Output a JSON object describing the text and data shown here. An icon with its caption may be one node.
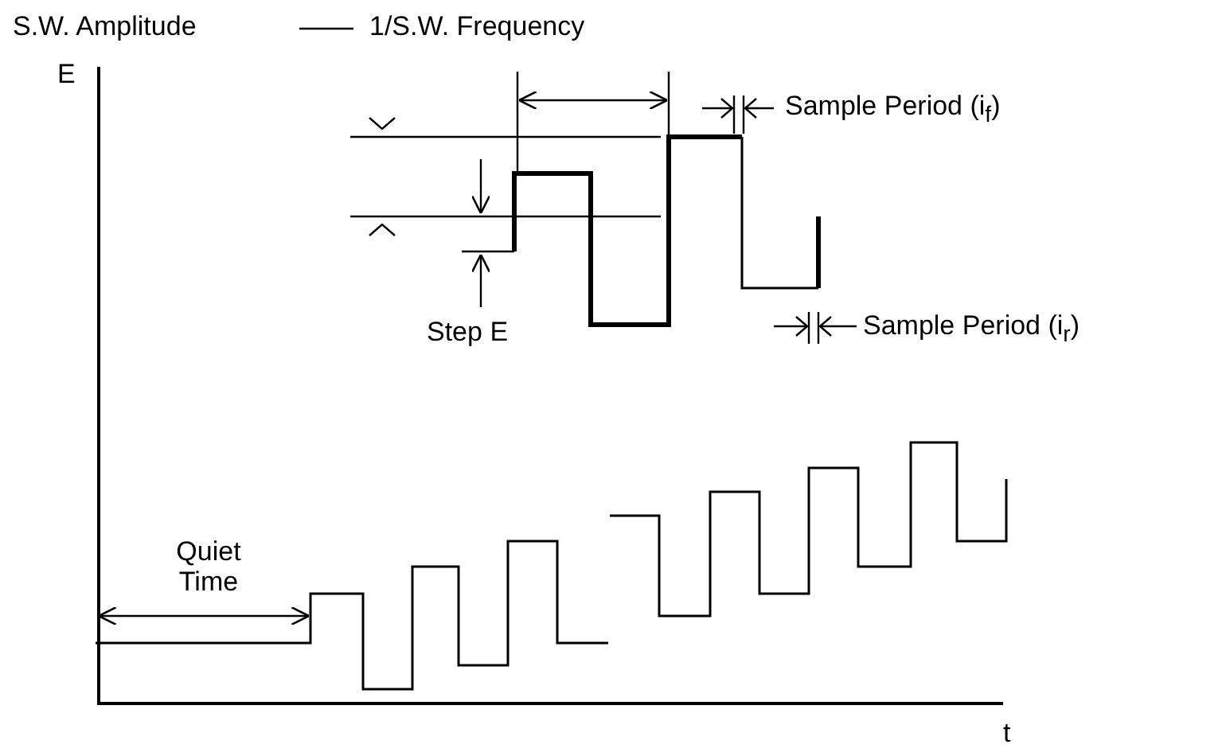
{
  "diagram": {
    "labels": [
      "S.W. Amplitude",
      "1/S.W. Frequency",
      "E",
      "Sample Period (i$_{f}$)",
      "Step E",
      "Sample Period (i$_{r}$)",
      "Quiet Time",
      "t"
    ]
  }
}
